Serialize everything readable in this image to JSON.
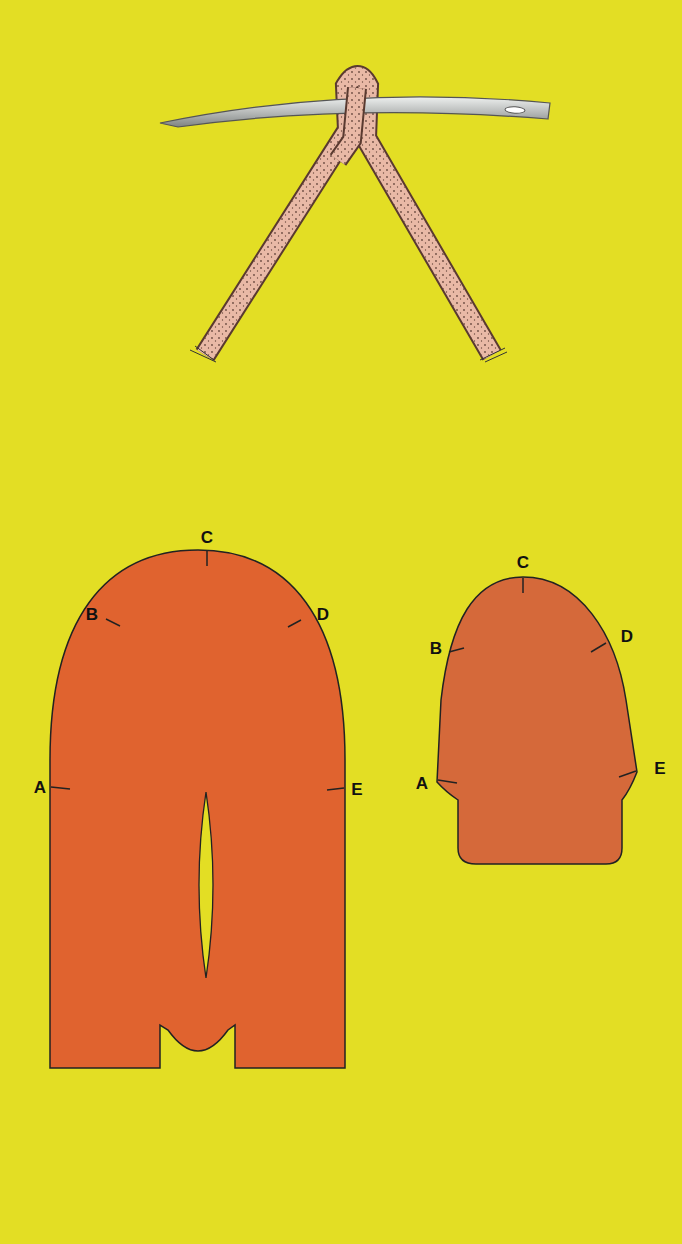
{
  "diagram": {
    "labels": [
      "C",
      "B",
      "D",
      "A",
      "E",
      "C",
      "B",
      "D",
      "A",
      "E"
    ]
  }
}
